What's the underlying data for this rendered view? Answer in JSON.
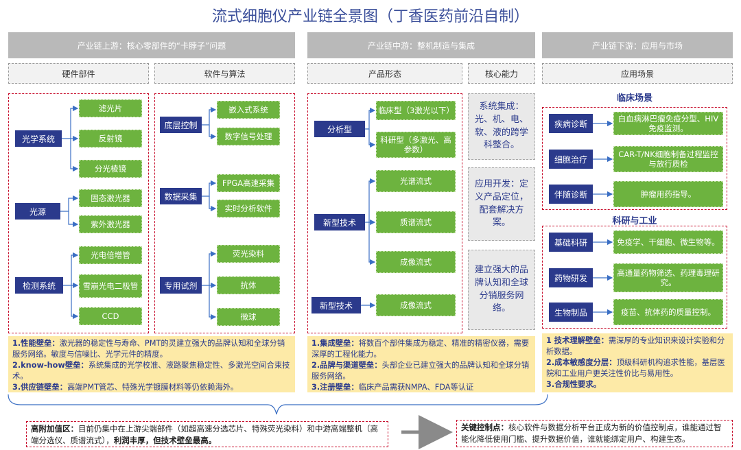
{
  "title": "流式细胞仪产业链全景图（丁香医药前沿自制）",
  "sections": {
    "upstream": "产业链上游：核心零部件的“卡脖子”问题",
    "midstream": "产业链中游：整机制造与集成",
    "downstream": "产业链下游：应用与市场"
  },
  "headers": {
    "hardware": "硬件部件",
    "software": "软件与算法",
    "product_form": "产品形态",
    "core_ability": "核心能力",
    "scenario": "应用场景"
  },
  "hardware": {
    "optical": "光学系统",
    "optical_items": [
      "滤光片",
      "反射镜",
      "分光棱镜"
    ],
    "light": "光源",
    "light_items": [
      "固态激光器",
      "紫外激光器"
    ],
    "detect": "检测系统",
    "detect_items": [
      "光电倍增管",
      "雪崩光电二极管",
      "CCD"
    ]
  },
  "software": {
    "control": "底层控制",
    "control_items": [
      "嵌入式系统",
      "数字信号处理"
    ],
    "acq": "数据采集",
    "acq_items": [
      "FPGA高速采集",
      "实时分析软件"
    ],
    "reagent": "专用试剂",
    "reagent_items": [
      "荧光染料",
      "抗体",
      "微球"
    ]
  },
  "midstream": {
    "analysis": "分析型",
    "analysis_items": [
      "临床型（3激光以下）",
      "科研型（多激光、高参数）"
    ],
    "newtech1": "新型技术",
    "newtech1_items": [
      "光谱流式",
      "质谱流式",
      "成像流式"
    ],
    "newtech2": "新型技术",
    "newtech2_items": [
      "成像流式"
    ],
    "abilities": [
      "系统集成：光、机、电、软、液的跨学科整合。",
      "应用开发：定义产品定位，配套解决方案。",
      "建立强大的品牌认知和全球分销服务网络。"
    ]
  },
  "downstream": {
    "clinical_title": "临床场景",
    "clinical": [
      {
        "label": "疾病诊断",
        "desc": "白血病淋巴瘤免疫分型、HIV免疫监测。"
      },
      {
        "label": "细胞治疗",
        "desc": "CAR-T/NK细胞制备过程监控与放行质检"
      },
      {
        "label": "伴随诊断",
        "desc": "肿瘤用药指导。"
      }
    ],
    "research_title": "科研与工业",
    "research": [
      {
        "label": "基础科研",
        "desc": "免疫学、干细胞、微生物等。"
      },
      {
        "label": "药物研发",
        "desc": "高通量药物筛选、药理毒理研究。"
      },
      {
        "label": "生物制品",
        "desc": "疫苗、抗体药的质量控制。"
      }
    ]
  },
  "notes": {
    "upstream": [
      {
        "bold": "1.性能壁垒：",
        "text": "激光器的稳定性与寿命、PMT的灵建立强大的品牌认知和全球分销服务网络。敏度与信噪比、光学元件的精度。"
      },
      {
        "bold": "2.know-how壁垒：",
        "text": "系统集成的光学校准、液路聚焦稳定性、多激光空间合束技术。"
      },
      {
        "bold": "3.供应链壁垒：",
        "text": "高端PMT管芯、特殊光学镀膜材料等仍依赖海外。"
      }
    ],
    "midstream": [
      {
        "bold": "1.集成壁垒：",
        "text": "将数百个部件集成为稳定、精准的精密仪器，需要深厚的工程化能力。"
      },
      {
        "bold": "2.品牌与渠道壁垒：",
        "text": "头部企业已建立强大的品牌认知和全球分销服务网络。"
      },
      {
        "bold": "3.注册壁垒：",
        "text": "临床产品需获NMPA、FDA等认证"
      }
    ],
    "downstream": [
      {
        "bold": "1 技术理解壁垒：",
        "text": "需深厚的专业知识来设计实验和分析数据。"
      },
      {
        "bold": "2.成本敏感度分层：",
        "text": "顶级科研机构追求性能，基层医院和工业用户更关注性价比与易用性。"
      },
      {
        "bold": "3.合规性要求。",
        "text": ""
      }
    ]
  },
  "bottom": {
    "left_bold": "高附加值区：",
    "left_text": "目前仍集中在上游尖端部件（如超高速分选芯片、特殊荧光染料）和中游高端整机（高端分选仪、质谱流式），",
    "left_tail": "利润丰厚，但技术壁垒最高。",
    "right_bold": "关键控制点：",
    "right_text": "核心软件与数据分析平台正成为新的价值控制点，谁能通过智能化降低使用门槛、提升数据价值，谁就能绑定用户、构建生态。"
  },
  "colors": {
    "title": "#3b4f9a",
    "blue": "#2b3a8c",
    "green": "#6db33f",
    "red": "#c8102e",
    "note": "#fdeaa7"
  }
}
